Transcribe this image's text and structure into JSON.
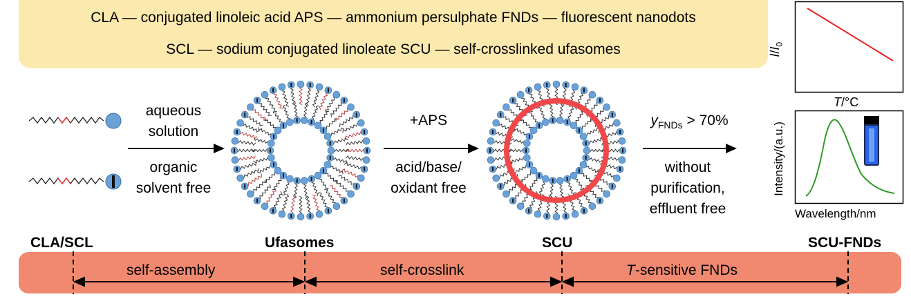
{
  "abbreviations": {
    "line1": "CLA — conjugated linoleic acid  APS — ammonium persulphate  FNDs — fluorescent nanodots",
    "line2": "SCL — sodium conjugated linoleate  SCU — self-crosslinked ufasomes"
  },
  "stages": {
    "cla_scl": "CLA/SCL",
    "ufasomes": "Ufasomes",
    "scu": "SCU",
    "scu_fnds": "SCU-FNDs"
  },
  "step1": {
    "top_line1": "aqueous",
    "top_line2": "solution",
    "bottom_line1": "organic",
    "bottom_line2": "solvent free"
  },
  "step2": {
    "top": "+APS",
    "bottom_line1": "acid/base/",
    "bottom_line2": "oxidant free"
  },
  "step3": {
    "yield_symbol": "y",
    "yield_subscript": "FNDs",
    "yield_value": " > 70%",
    "bottom_line1": "without",
    "bottom_line2": "purification,",
    "bottom_line3": "effluent free"
  },
  "process_bar": {
    "seg1": "self-assembly",
    "seg2": "self-crosslink",
    "seg3_italic": "T",
    "seg3_rest": "-sensitive FNDs"
  },
  "inset_temperature": {
    "ylabel_italic": "I",
    "ylabel_slash": "/",
    "ylabel_I0": "I",
    "ylabel_sub": "0",
    "xlabel_italic": "T",
    "xlabel_rest": "/°C",
    "line_color": "#e8201e"
  },
  "inset_emission": {
    "ylabel": "Intensity/(a.u.)",
    "xlabel": "Wavelength/nm",
    "curve_color": "#2e9a24",
    "vial_color": "#2a63e6"
  },
  "colors": {
    "headgroup": "#6aa2d8",
    "crosslink_ring": "#f0484a",
    "abbr_box": "#fbe9ae",
    "process_bar": "#f0896f"
  }
}
